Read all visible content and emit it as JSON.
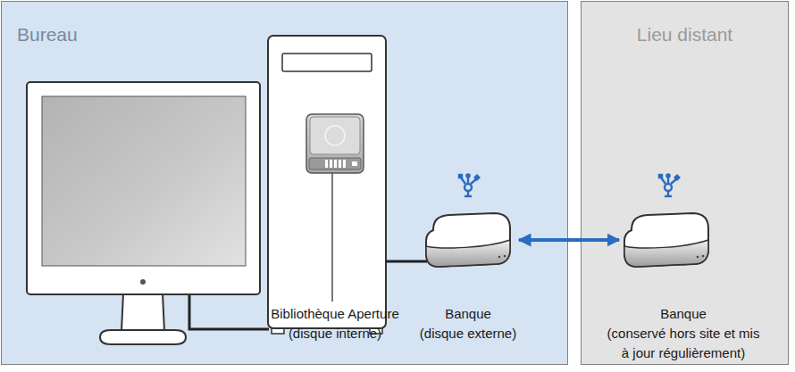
{
  "diagram": {
    "nodes": [
      {
        "text": [
          "Bureau"
        ]
      },
      {
        "text": [
          "Bibliothèque Aperture (disque interne)"
        ],
        "in": 0
      },
      {
        "text": [
          "Banque (disque externe)"
        ],
        "in": 0
      },
      {
        "text": [
          "Lieu distant"
        ]
      },
      {
        "text": [
          "Banque (conservé hors site et mis à jour régulièrement)"
        ],
        "in": 3
      }
    ],
    "edges": [
      {
        "from": 2,
        "to": 4,
        "arrow": "both"
      }
    ]
  }
}
